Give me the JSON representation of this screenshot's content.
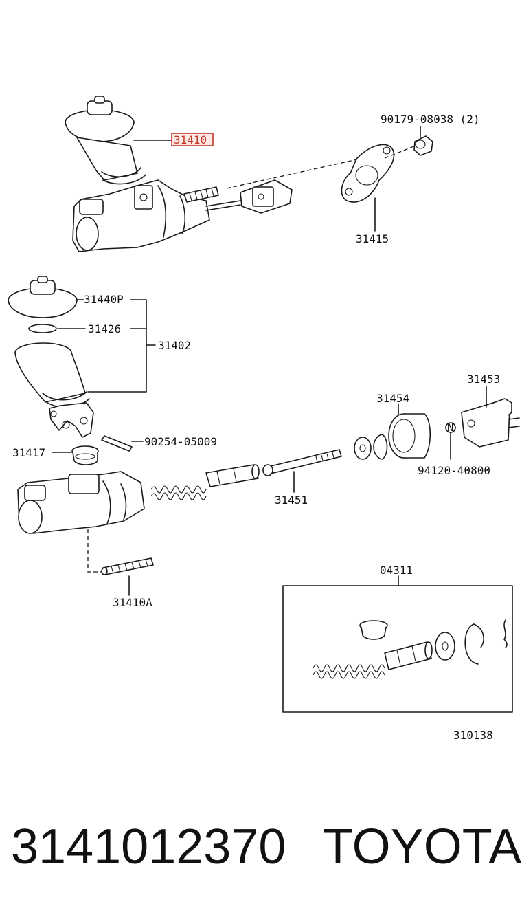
{
  "callouts": {
    "assembly_highlight": "31410",
    "bolt_90179": "90179-08038 (2)",
    "gasket": "31415",
    "cap": "31440P",
    "seal_ring": "31426",
    "reservoir_set": "31402",
    "pin": "90254-05009",
    "grommet": "31417",
    "push_rod": "31451",
    "boot": "31454",
    "clevis": "31453",
    "nut": "94120-40800",
    "nut_marker": "N",
    "stud": "31410A",
    "repair_kit": "04311",
    "figure_number": "310138"
  },
  "footer": {
    "part_number": "3141012370",
    "brand": "TOYOTA"
  },
  "colors": {
    "highlight": "#c0392b",
    "line": "#1a1a1a"
  }
}
